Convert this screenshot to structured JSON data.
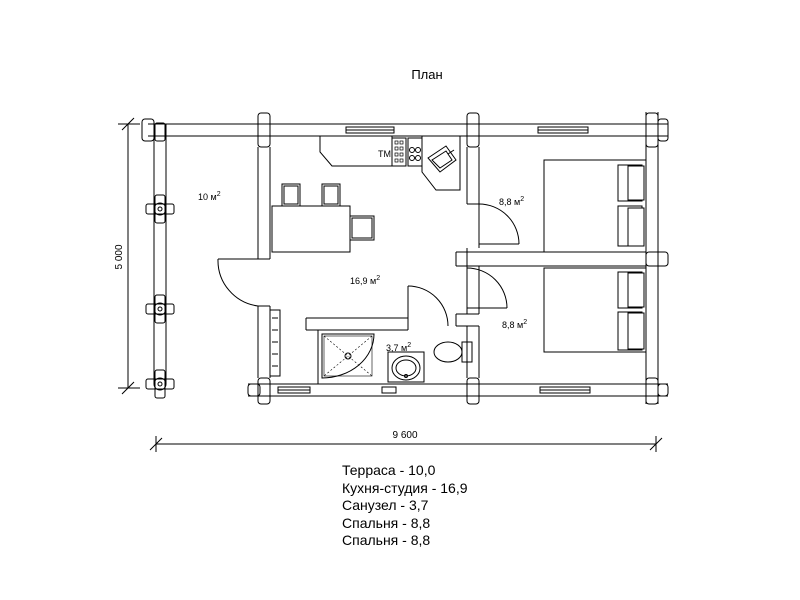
{
  "title": "План",
  "dimensions": {
    "width_label": "9 600",
    "height_label": "5 000"
  },
  "rooms": [
    {
      "id": "terrace",
      "area": "10 м",
      "sup": "2"
    },
    {
      "id": "bed1",
      "area": "8,8 м",
      "sup": "2"
    },
    {
      "id": "kitchen",
      "area": "16,9 м",
      "sup": "2"
    },
    {
      "id": "bath",
      "area": "3,7 м",
      "sup": "2"
    },
    {
      "id": "bed2",
      "area": "8,8 м",
      "sup": "2"
    }
  ],
  "appliance_label": "ТМ",
  "legend": [
    "Терраса - 10,0",
    "Кухня-студия - 16,9",
    "Санузел - 3,7",
    "Спальня - 8,8",
    "Спальня - 8,8"
  ]
}
